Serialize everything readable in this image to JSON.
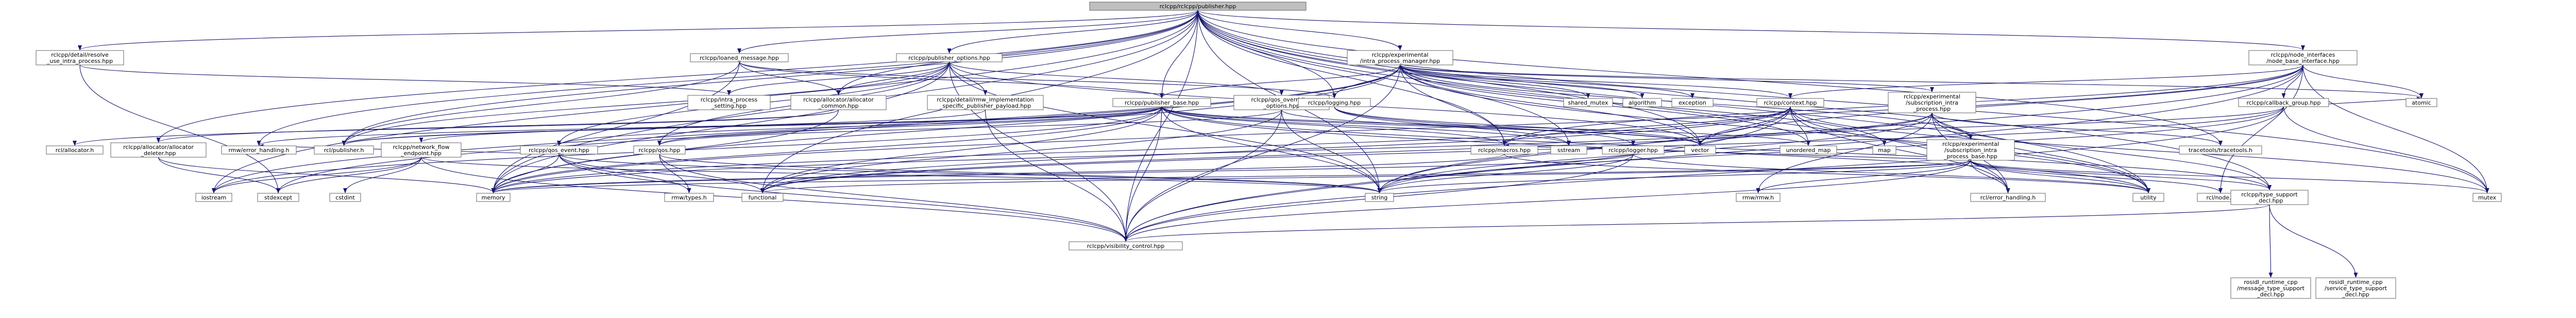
{
  "colors": {
    "root_fill": "#bfbfbf",
    "node_fill": "#ffffff",
    "node_stroke": "#666666",
    "red_stroke": "#ff0000",
    "gray_stroke": "#bfbfbf",
    "edge_color": "#191970",
    "text_color": "#000000"
  },
  "nodes": [
    {
      "id": "root",
      "lines": [
        "rclcpp/rclcpp/publisher.hpp"
      ],
      "kind": "root"
    },
    {
      "id": "resolve",
      "lines": [
        "rclcpp/detail/resolve",
        "_use_intra_process.hpp"
      ],
      "kind": "normal"
    },
    {
      "id": "loaned",
      "lines": [
        "rclcpp/loaned_message.hpp"
      ],
      "kind": "normal"
    },
    {
      "id": "pubopts",
      "lines": [
        "rclcpp/publisher_options.hpp"
      ],
      "kind": "normal"
    },
    {
      "id": "ipm",
      "lines": [
        "rclcpp/experimental",
        "/intra_process_manager.hpp"
      ],
      "kind": "normal"
    },
    {
      "id": "nodeiface",
      "lines": [
        "rclcpp/node_interfaces",
        "/node_base_interface.hpp"
      ],
      "kind": "normal"
    },
    {
      "id": "intra_setting",
      "lines": [
        "rclcpp/intra_process",
        "_setting.hpp"
      ],
      "kind": "normal"
    },
    {
      "id": "alloc_common",
      "lines": [
        "rclcpp/allocator/allocator",
        "_common.hpp"
      ],
      "kind": "normal"
    },
    {
      "id": "rmw_impl",
      "lines": [
        "rclcpp/detail/rmw_implementation",
        "_specific_publisher_payload.hpp"
      ],
      "kind": "red"
    },
    {
      "id": "pubbase",
      "lines": [
        "rclcpp/publisher_base.hpp"
      ],
      "kind": "normal"
    },
    {
      "id": "qos_override",
      "lines": [
        "rclcpp/qos_overriding",
        "_options.hpp"
      ],
      "kind": "red"
    },
    {
      "id": "logging",
      "lines": [
        "rclcpp/logging.hpp"
      ],
      "kind": "red"
    },
    {
      "id": "shared_mutex",
      "lines": [
        "shared_mutex"
      ],
      "kind": "gray"
    },
    {
      "id": "algorithm",
      "lines": [
        "algorithm"
      ],
      "kind": "gray"
    },
    {
      "id": "exception",
      "lines": [
        "exception"
      ],
      "kind": "gray"
    },
    {
      "id": "context",
      "lines": [
        "rclcpp/context.hpp"
      ],
      "kind": "red"
    },
    {
      "id": "sub_intra",
      "lines": [
        "rclcpp/experimental",
        "/subscription_intra",
        "_process.hpp"
      ],
      "kind": "red"
    },
    {
      "id": "cbgroup",
      "lines": [
        "rclcpp/callback_group.hpp"
      ],
      "kind": "red"
    },
    {
      "id": "atomic",
      "lines": [
        "atomic"
      ],
      "kind": "gray"
    },
    {
      "id": "rcl_alloc",
      "lines": [
        "rcl/allocator.h"
      ],
      "kind": "normal"
    },
    {
      "id": "alloc_deleter",
      "lines": [
        "rclcpp/allocator/allocator",
        "_deleter.hpp"
      ],
      "kind": "normal"
    },
    {
      "id": "rmw_err",
      "lines": [
        "rmw/error_handling.h"
      ],
      "kind": "normal"
    },
    {
      "id": "rcl_pub",
      "lines": [
        "rcl/publisher.h"
      ],
      "kind": "normal"
    },
    {
      "id": "net_flow",
      "lines": [
        "rclcpp/network_flow",
        "_endpoint.hpp"
      ],
      "kind": "red"
    },
    {
      "id": "qos_event",
      "lines": [
        "rclcpp/qos_event.hpp"
      ],
      "kind": "red"
    },
    {
      "id": "qos",
      "lines": [
        "rclcpp/qos.hpp"
      ],
      "kind": "red"
    },
    {
      "id": "macros",
      "lines": [
        "rclcpp/macros.hpp"
      ],
      "kind": "normal"
    },
    {
      "id": "sstream",
      "lines": [
        "sstream"
      ],
      "kind": "gray"
    },
    {
      "id": "logger",
      "lines": [
        "rclcpp/logger.hpp"
      ],
      "kind": "red"
    },
    {
      "id": "vector",
      "lines": [
        "vector"
      ],
      "kind": "gray"
    },
    {
      "id": "unordered_map",
      "lines": [
        "unordered_map"
      ],
      "kind": "gray"
    },
    {
      "id": "map",
      "lines": [
        "map"
      ],
      "kind": "gray"
    },
    {
      "id": "sub_intra_base",
      "lines": [
        "rclcpp/experimental",
        "/subscription_intra",
        "_process_base.hpp"
      ],
      "kind": "red"
    },
    {
      "id": "tracetools",
      "lines": [
        "tracetools/tracetools.h"
      ],
      "kind": "normal"
    },
    {
      "id": "iostream",
      "lines": [
        "iostream"
      ],
      "kind": "gray"
    },
    {
      "id": "stdexcept",
      "lines": [
        "stdexcept"
      ],
      "kind": "gray"
    },
    {
      "id": "cstdint",
      "lines": [
        "cstdint"
      ],
      "kind": "gray"
    },
    {
      "id": "memory",
      "lines": [
        "memory"
      ],
      "kind": "gray"
    },
    {
      "id": "rmw_types",
      "lines": [
        "rmw/types.h"
      ],
      "kind": "normal"
    },
    {
      "id": "functional",
      "lines": [
        "functional"
      ],
      "kind": "gray"
    },
    {
      "id": "string",
      "lines": [
        "string"
      ],
      "kind": "gray"
    },
    {
      "id": "rmw_rmw",
      "lines": [
        "rmw/rmw.h"
      ],
      "kind": "normal"
    },
    {
      "id": "rcl_err",
      "lines": [
        "rcl/error_handling.h"
      ],
      "kind": "normal"
    },
    {
      "id": "utility",
      "lines": [
        "utility"
      ],
      "kind": "gray"
    },
    {
      "id": "rcl_node",
      "lines": [
        "rcl/node.h"
      ],
      "kind": "normal"
    },
    {
      "id": "type_support",
      "lines": [
        "rclcpp/type_support",
        "_decl.hpp"
      ],
      "kind": "red"
    },
    {
      "id": "mutex",
      "lines": [
        "mutex"
      ],
      "kind": "gray"
    },
    {
      "id": "visibility",
      "lines": [
        "rclcpp/visibility_control.hpp"
      ],
      "kind": "normal"
    },
    {
      "id": "rosidl_msg",
      "lines": [
        "rosidl_runtime_cpp",
        "/message_type_support",
        "_decl.hpp"
      ],
      "kind": "gray"
    },
    {
      "id": "rosidl_srv",
      "lines": [
        "rosidl_runtime_cpp",
        "/service_type_support",
        "_decl.hpp"
      ],
      "kind": "gray"
    }
  ],
  "edges": [
    [
      "root",
      "resolve"
    ],
    [
      "root",
      "loaned"
    ],
    [
      "root",
      "pubopts"
    ],
    [
      "root",
      "ipm"
    ],
    [
      "root",
      "nodeiface"
    ],
    [
      "root",
      "alloc_common"
    ],
    [
      "root",
      "alloc_deleter"
    ],
    [
      "root",
      "pubbase"
    ],
    [
      "root",
      "macros"
    ],
    [
      "root",
      "logging"
    ],
    [
      "root",
      "rcl_pub"
    ],
    [
      "root",
      "rmw_err"
    ],
    [
      "root",
      "tracetools"
    ],
    [
      "root",
      "type_support"
    ],
    [
      "root",
      "visibility"
    ],
    [
      "root",
      "memory"
    ],
    [
      "root",
      "iostream"
    ],
    [
      "root",
      "sstream"
    ],
    [
      "root",
      "string"
    ],
    [
      "root",
      "functional"
    ],
    [
      "root",
      "vector"
    ],
    [
      "root",
      "utility"
    ],
    [
      "root",
      "mutex"
    ],
    [
      "root",
      "rcl_err"
    ],
    [
      "resolve",
      "intra_setting"
    ],
    [
      "resolve",
      "stdexcept"
    ],
    [
      "loaned",
      "alloc_common"
    ],
    [
      "loaned",
      "logging"
    ],
    [
      "loaned",
      "pubbase"
    ],
    [
      "loaned",
      "memory"
    ],
    [
      "loaned",
      "rcl_pub"
    ],
    [
      "pubopts",
      "intra_setting"
    ],
    [
      "pubopts",
      "alloc_common"
    ],
    [
      "pubopts",
      "rmw_impl"
    ],
    [
      "pubopts",
      "qos"
    ],
    [
      "pubopts",
      "qos_override"
    ],
    [
      "pubopts",
      "qos_event"
    ],
    [
      "pubopts",
      "memory"
    ],
    [
      "pubopts",
      "string"
    ],
    [
      "pubopts",
      "vector"
    ],
    [
      "pubopts",
      "rcl_pub"
    ],
    [
      "pubopts",
      "visibility"
    ],
    [
      "ipm",
      "pubbase"
    ],
    [
      "ipm",
      "macros"
    ],
    [
      "ipm",
      "logging"
    ],
    [
      "ipm",
      "shared_mutex"
    ],
    [
      "ipm",
      "algorithm"
    ],
    [
      "ipm",
      "exception"
    ],
    [
      "ipm",
      "context"
    ],
    [
      "ipm",
      "sub_intra"
    ],
    [
      "ipm",
      "sub_intra_base"
    ],
    [
      "ipm",
      "atomic"
    ],
    [
      "ipm",
      "memory"
    ],
    [
      "ipm",
      "unordered_map"
    ],
    [
      "ipm",
      "map"
    ],
    [
      "ipm",
      "vector"
    ],
    [
      "ipm",
      "utility"
    ],
    [
      "ipm",
      "iostream"
    ],
    [
      "ipm",
      "stdexcept"
    ],
    [
      "ipm",
      "visibility"
    ],
    [
      "ipm",
      "allocator_deleter_dummy"
    ],
    [
      "nodeiface",
      "cbgroup"
    ],
    [
      "nodeiface",
      "context"
    ],
    [
      "nodeiface",
      "macros"
    ],
    [
      "nodeiface",
      "rcl_node"
    ],
    [
      "nodeiface",
      "visibility"
    ],
    [
      "nodeiface",
      "memory"
    ],
    [
      "nodeiface",
      "string"
    ],
    [
      "nodeiface",
      "vector"
    ],
    [
      "nodeiface",
      "mutex"
    ],
    [
      "nodeiface",
      "atomic"
    ],
    [
      "alloc_common",
      "rcl_alloc"
    ],
    [
      "alloc_common",
      "alloc_deleter"
    ],
    [
      "alloc_common",
      "memory"
    ],
    [
      "alloc_deleter",
      "memory"
    ],
    [
      "alloc_deleter",
      "stdexcept"
    ],
    [
      "rmw_impl",
      "rcl_pub"
    ],
    [
      "rmw_impl",
      "visibility"
    ],
    [
      "pubbase",
      "rmw_err"
    ],
    [
      "pubbase",
      "rcl_pub"
    ],
    [
      "pubbase",
      "net_flow"
    ],
    [
      "pubbase",
      "qos_event"
    ],
    [
      "pubbase",
      "qos"
    ],
    [
      "pubbase",
      "macros"
    ],
    [
      "pubbase",
      "type_support"
    ],
    [
      "pubbase",
      "visibility"
    ],
    [
      "pubbase",
      "memory"
    ],
    [
      "pubbase",
      "iostream"
    ],
    [
      "pubbase",
      "sstream"
    ],
    [
      "pubbase",
      "string"
    ],
    [
      "pubbase",
      "vector"
    ],
    [
      "pubbase",
      "functional"
    ],
    [
      "pubbase",
      "utility"
    ],
    [
      "pubbase",
      "unordered_map"
    ],
    [
      "qos_override",
      "qos"
    ],
    [
      "qos_override",
      "functional"
    ],
    [
      "qos_override",
      "string"
    ],
    [
      "qos_override",
      "vector"
    ],
    [
      "qos_override",
      "visibility"
    ],
    [
      "logging",
      "sstream"
    ],
    [
      "logging",
      "logger"
    ],
    [
      "logging",
      "vector"
    ],
    [
      "context",
      "macros"
    ],
    [
      "context",
      "visibility"
    ],
    [
      "context",
      "memory"
    ],
    [
      "context",
      "string"
    ],
    [
      "context",
      "vector"
    ],
    [
      "context",
      "unordered_map"
    ],
    [
      "context",
      "functional"
    ],
    [
      "context",
      "mutex"
    ],
    [
      "context",
      "utility"
    ],
    [
      "context",
      "rcl_err"
    ],
    [
      "sub_intra",
      "sub_intra_base"
    ],
    [
      "sub_intra",
      "type_support"
    ],
    [
      "sub_intra",
      "tracetools"
    ],
    [
      "sub_intra",
      "memory"
    ],
    [
      "sub_intra",
      "string"
    ],
    [
      "sub_intra",
      "utility"
    ],
    [
      "sub_intra",
      "functional"
    ],
    [
      "sub_intra",
      "rmw_rmw"
    ],
    [
      "sub_intra",
      "rcl_err"
    ],
    [
      "cbgroup",
      "atomic"
    ],
    [
      "cbgroup",
      "vector"
    ],
    [
      "cbgroup",
      "mutex"
    ],
    [
      "cbgroup",
      "functional"
    ],
    [
      "cbgroup",
      "visibility"
    ],
    [
      "cbgroup",
      "string"
    ],
    [
      "net_flow",
      "iostream"
    ],
    [
      "net_flow",
      "stdexcept"
    ],
    [
      "net_flow",
      "cstdint"
    ],
    [
      "net_flow",
      "string"
    ],
    [
      "net_flow",
      "visibility"
    ],
    [
      "qos_event",
      "rmw_types"
    ],
    [
      "qos_event",
      "functional"
    ],
    [
      "qos_event",
      "memory"
    ],
    [
      "qos_event",
      "string"
    ],
    [
      "qos_event",
      "visibility"
    ],
    [
      "qos_event",
      "rmw_err"
    ],
    [
      "qos",
      "rmw_types"
    ],
    [
      "qos",
      "string"
    ],
    [
      "qos",
      "visibility"
    ],
    [
      "macros",
      "memory"
    ],
    [
      "macros",
      "utility"
    ],
    [
      "logger",
      "memory"
    ],
    [
      "logger",
      "string"
    ],
    [
      "logger",
      "utility"
    ],
    [
      "logger",
      "visibility"
    ],
    [
      "sub_intra_base",
      "rmw_rmw"
    ],
    [
      "sub_intra_base",
      "rcl_err"
    ],
    [
      "sub_intra_base",
      "rcl_node"
    ],
    [
      "sub_intra_base",
      "type_support"
    ],
    [
      "sub_intra_base",
      "memory"
    ],
    [
      "sub_intra_base",
      "mutex"
    ],
    [
      "sub_intra_base",
      "string"
    ],
    [
      "sub_intra_base",
      "functional"
    ],
    [
      "sub_intra_base",
      "utility"
    ],
    [
      "sub_intra_base",
      "macros"
    ],
    [
      "sub_intra_base",
      "visibility"
    ],
    [
      "type_support",
      "visibility"
    ],
    [
      "type_support",
      "rosidl_msg"
    ],
    [
      "type_support",
      "rosidl_srv"
    ]
  ]
}
